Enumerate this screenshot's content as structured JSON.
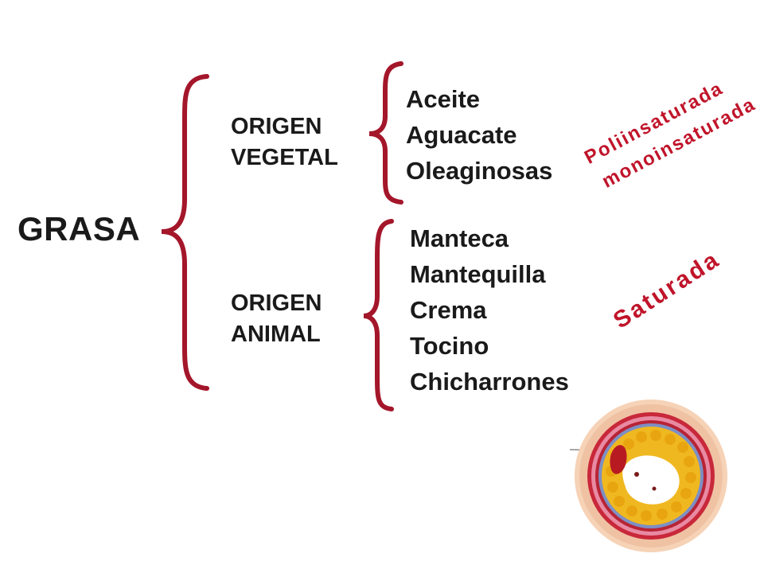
{
  "diagram": {
    "root_label": "GRASA",
    "branches": [
      {
        "category": [
          "ORIGEN",
          "VEGETAL"
        ],
        "items": [
          "Aceite",
          "Aguacate",
          "Oleaginosas"
        ],
        "types": [
          "Poliinsaturada",
          "monoinsaturada"
        ]
      },
      {
        "category": [
          "ORIGEN",
          "ANIMAL"
        ],
        "items": [
          "Manteca",
          "Mantequilla",
          "Crema",
          "Tocino",
          "Chicharrones"
        ],
        "types": [
          "Saturada"
        ]
      }
    ]
  },
  "colors": {
    "bracket": "#a4162a",
    "text": "#1a1a1a",
    "annotation": "#c0142a",
    "artery_outer": "#f3c7a8",
    "artery_wall_red": "#c8283a",
    "artery_wall_pink": "#e98aa3",
    "artery_wall_blue": "#7d8fc4",
    "plaque": "#f0b820",
    "lumen": "#ffffff"
  },
  "icons": {
    "artery": "artery-cross-section-icon"
  }
}
